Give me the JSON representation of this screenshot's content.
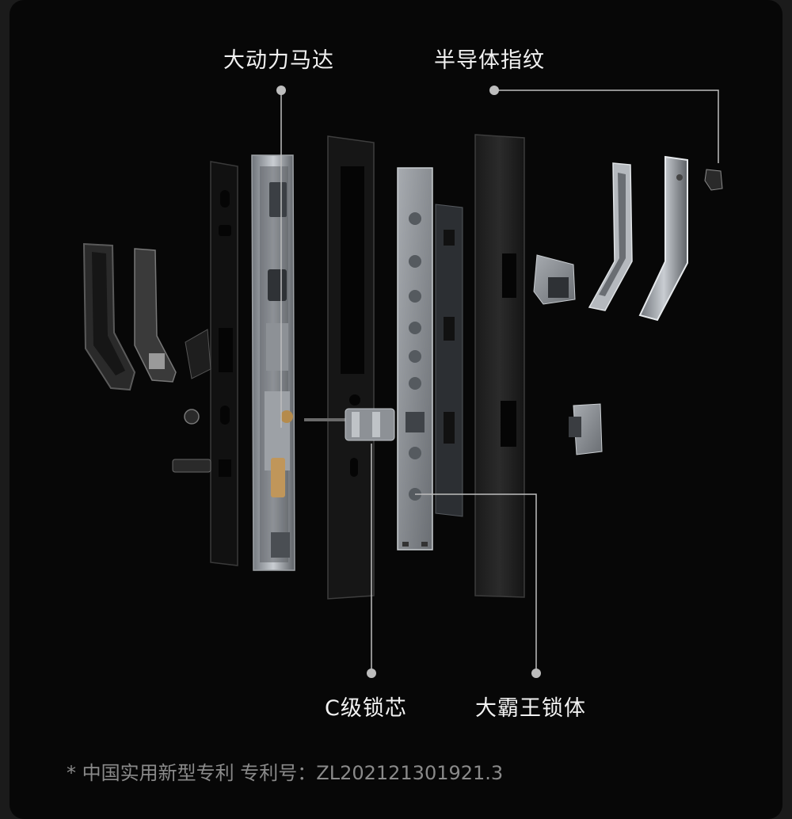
{
  "callouts": {
    "motor": "大动力马达",
    "fingerprint": "半导体指纹",
    "cylinder": "C级锁芯",
    "lock_body": "大霸王锁体"
  },
  "footnote": "* 中国实用新型专利  专利号：ZL202121301921.3",
  "colors": {
    "background": "#070707",
    "text": "#f2f2f2",
    "footnote": "#8a8a8a",
    "leader_line": "#bdbdbd"
  }
}
